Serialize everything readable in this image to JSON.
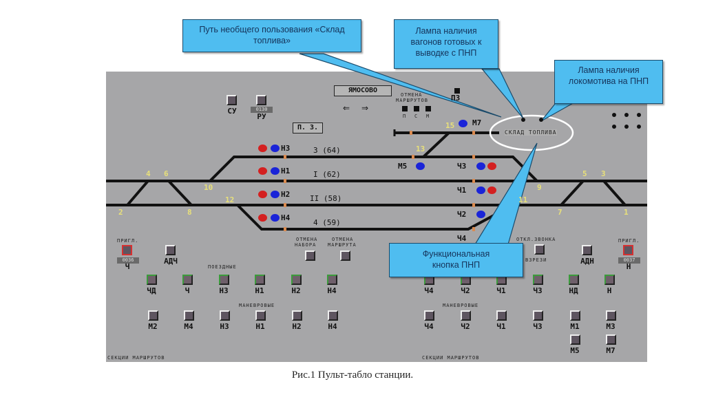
{
  "caption": "Рис.1 Пульт-табло станции.",
  "callouts": {
    "siding": "Путь необщего пользования «Склад топлива»",
    "wagons_lamp": "Лампа наличия вагонов готовых к выводке с ПНП",
    "loco_lamp": "Лампа наличия локомотива на ПНП",
    "function_button": "Функциональная кнопка ПНП"
  },
  "colors": {
    "board": "#a6a6a8",
    "callout": "#4fbdf0",
    "signal_red": "#d42020",
    "signal_blue": "#1a24d8",
    "switch_numbers": "#e8e07a",
    "button_pressed_border": "#3b9b3b"
  },
  "station": {
    "name": "ЯМОСОВО",
    "pz_label": "П. З.",
    "siding_label": "СКЛАД ТОПЛИВА",
    "p3_label": "П3",
    "cancel_routes": {
      "title_line1": "ОТМЕНА",
      "title_line2": "МАРШРУТОВ",
      "buttons": [
        "П",
        "С",
        "М"
      ]
    },
    "direction_arrows": [
      "left-arrow",
      "right-arrow"
    ]
  },
  "top_controls": {
    "su": {
      "label": "СУ"
    },
    "ru": {
      "label": "РУ",
      "counter": "0130"
    }
  },
  "tracks": [
    {
      "label": "3 (64)"
    },
    {
      "label": "I (62)"
    },
    {
      "label": "II (58)"
    },
    {
      "label": "4 (59)"
    }
  ],
  "signals_left": [
    "Н3",
    "Н1",
    "Н2",
    "Н4"
  ],
  "signals_right": [
    "Ч3",
    "Ч1",
    "Ч2",
    "Ч4"
  ],
  "shunting_signals": [
    "М5",
    "М7"
  ],
  "switch_numbers": [
    "2",
    "4",
    "6",
    "8",
    "10",
    "12",
    "13",
    "15",
    "9",
    "11",
    "7",
    "5",
    "3",
    "1"
  ],
  "left_panel": {
    "invite_label": "ПРИГЛ.",
    "invite_button": "Ч",
    "invite_counter": "0036",
    "adch": "АДЧ",
    "cancel_set": [
      "ОТМЕНА",
      "НАБОРА"
    ],
    "cancel_route": [
      "ОТМЕНА",
      "МАРШРУТА"
    ],
    "train_title": "ПОЕЗДНЫЕ",
    "train_buttons": [
      "ЧД",
      "Ч",
      "Н3",
      "Н1",
      "Н2",
      "Н4"
    ],
    "shunt_title": "МАНЕВРОВЫЕ",
    "shunt_buttons": [
      "М2",
      "М4",
      "Н3",
      "Н1",
      "Н2",
      "Н4"
    ],
    "sections_label": "СЕКЦИИ МАРШРУТОВ"
  },
  "right_panel": {
    "bell_off_label": "ОТКЛ.ЗВОНКА",
    "vrezi_label": "ВЗРЕЗИ",
    "adn": "АДН",
    "invite_label": "ПРИГЛ.",
    "invite_button": "Н",
    "invite_counter": "0037",
    "train_buttons": [
      "Ч4",
      "Ч2",
      "Ч1",
      "Ч3",
      "НД",
      "Н"
    ],
    "shunt_title": "МАНЕВРОВЫЕ",
    "shunt_buttons": [
      "Ч4",
      "Ч2",
      "Ч1",
      "Ч3",
      "М1",
      "М3"
    ],
    "shunt_buttons_row2": [
      "М5",
      "М7"
    ],
    "sections_label": "СЕКЦИИ МАРШРУТОВ"
  }
}
